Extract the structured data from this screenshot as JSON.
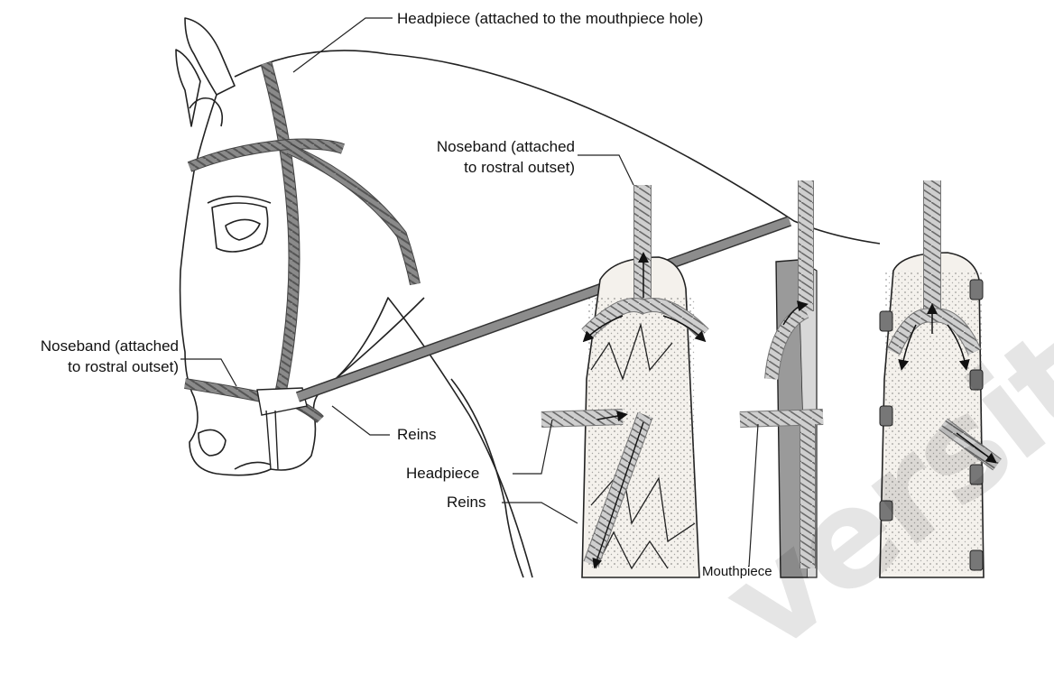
{
  "labels": {
    "headpiece_top": "Headpiece (attached to the mouthpiece hole)",
    "noseband_left_line1": "Noseband (attached",
    "noseband_left_line2": "to rostral outset)",
    "noseband_mid_line1": "Noseband (attached",
    "noseband_mid_line2": "to rostral outset)",
    "reins_horse": "Reins",
    "headpiece_cheek": "Headpiece",
    "reins_cheek": "Reins",
    "mouthpiece": "Mouthpiece"
  },
  "watermark": "versity"
}
